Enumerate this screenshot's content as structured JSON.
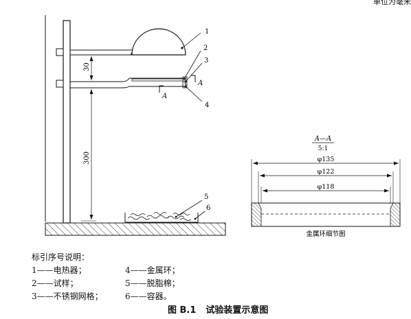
{
  "header": {
    "unit_note": "单位为毫米"
  },
  "main_view": {
    "dimensions": {
      "upper_gap": "30",
      "lower_height": "300"
    },
    "callouts": [
      "1",
      "2",
      "3",
      "4",
      "5",
      "6"
    ],
    "section_mark": "A"
  },
  "detail_view": {
    "section_title": "A—A",
    "scale": "5:1",
    "dimensions": [
      "φ135",
      "φ122",
      "φ118"
    ],
    "caption": "金属环细节图"
  },
  "legend": {
    "title": "标引序号说明：",
    "items": [
      {
        "num": "1",
        "label": "电热器；"
      },
      {
        "num": "2",
        "label": "试样；"
      },
      {
        "num": "3",
        "label": "不锈钢网格；"
      },
      {
        "num": "4",
        "label": "金属环；"
      },
      {
        "num": "5",
        "label": "脱脂棉；"
      },
      {
        "num": "6",
        "label": "容器。"
      }
    ],
    "dash": "——"
  },
  "figure": {
    "number": "图 B.1",
    "title": "试验装置示意图"
  }
}
